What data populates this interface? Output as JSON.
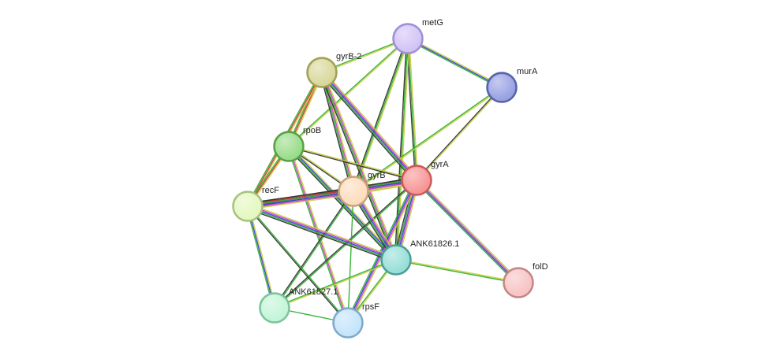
{
  "nodes": [
    {
      "id": "metG",
      "label": "metG",
      "color": "#d2c3f7",
      "stroke": "#a08fd4"
    },
    {
      "id": "murA",
      "label": "murA",
      "color": "#97a0e2",
      "stroke": "#5562a8"
    },
    {
      "id": "gyrB-2",
      "label": "gyrB-2",
      "color": "#d8d89a",
      "stroke": "#a0a055"
    },
    {
      "id": "rpoB",
      "label": "rpoB",
      "color": "#98dc88",
      "stroke": "#58a048"
    },
    {
      "id": "gyrA",
      "label": "gyrA",
      "color": "#f79494",
      "stroke": "#c85a5a"
    },
    {
      "id": "gyrB",
      "label": "gyrB",
      "color": "#fddcbc",
      "stroke": "#c8a27e"
    },
    {
      "id": "recF",
      "label": "recF",
      "color": "#e4f7bf",
      "stroke": "#a8c080"
    },
    {
      "id": "ANK61826.1",
      "label": "ANK61826.1",
      "color": "#96ded7",
      "stroke": "#4a9e96"
    },
    {
      "id": "folD",
      "label": "folD",
      "color": "#f7c3c3",
      "stroke": "#c48686"
    },
    {
      "id": "ANK61827.1",
      "label": "ANK61827.1",
      "color": "#c2f5d8",
      "stroke": "#7cc39b"
    },
    {
      "id": "rpsF",
      "label": "rpsF",
      "color": "#c3e4fb",
      "stroke": "#7fa9c8"
    }
  ],
  "edges": [
    {
      "source": "metG",
      "target": "murA",
      "colors": [
        "#c8d040",
        "#3b3bd8",
        "#30b030"
      ]
    },
    {
      "source": "metG",
      "target": "gyrB-2",
      "colors": [
        "#c8d040",
        "#30b030"
      ]
    },
    {
      "source": "metG",
      "target": "rpoB",
      "colors": [
        "#c8d040",
        "#30b030"
      ]
    },
    {
      "source": "metG",
      "target": "gyrA",
      "colors": [
        "#c8d040",
        "#30b030",
        "#333333"
      ]
    },
    {
      "source": "metG",
      "target": "gyrB",
      "colors": [
        "#c8d040",
        "#30b030",
        "#333333"
      ]
    },
    {
      "source": "metG",
      "target": "ANK61826.1",
      "colors": [
        "#c8d040",
        "#30b030",
        "#333333"
      ]
    },
    {
      "source": "murA",
      "target": "gyrA",
      "colors": [
        "#c8d040",
        "#333333"
      ]
    },
    {
      "source": "murA",
      "target": "gyrB",
      "colors": [
        "#c8d040",
        "#30b030"
      ]
    },
    {
      "source": "gyrB-2",
      "target": "rpoB",
      "colors": [
        "#c8d040",
        "#d03030",
        "#30b030"
      ]
    },
    {
      "source": "gyrB-2",
      "target": "gyrA",
      "colors": [
        "#c8d040",
        "#d040d0",
        "#3b3bd8",
        "#30b030",
        "#333333"
      ]
    },
    {
      "source": "gyrB-2",
      "target": "gyrB",
      "colors": [
        "#c8d040",
        "#d040d0",
        "#30b030",
        "#333333"
      ]
    },
    {
      "source": "gyrB-2",
      "target": "recF",
      "colors": [
        "#c8d040",
        "#d03030",
        "#30b030"
      ]
    },
    {
      "source": "gyrB-2",
      "target": "ANK61826.1",
      "colors": [
        "#c8d040",
        "#d040d0",
        "#30b030",
        "#333333"
      ]
    },
    {
      "source": "rpoB",
      "target": "gyrA",
      "colors": [
        "#c8d040",
        "#333333"
      ]
    },
    {
      "source": "rpoB",
      "target": "gyrB",
      "colors": [
        "#c8d040",
        "#333333"
      ]
    },
    {
      "source": "rpoB",
      "target": "recF",
      "colors": [
        "#c8d040",
        "#d03030",
        "#30b030"
      ]
    },
    {
      "source": "rpoB",
      "target": "ANK61826.1",
      "colors": [
        "#c8d040",
        "#3b3bd8",
        "#30b030",
        "#333333"
      ]
    },
    {
      "source": "rpoB",
      "target": "rpsF",
      "colors": [
        "#c8d040",
        "#d040d0",
        "#30b030"
      ]
    },
    {
      "source": "gyrA",
      "target": "gyrB",
      "colors": [
        "#c8d040",
        "#d040d0",
        "#3b3bd8",
        "#30b030",
        "#d03030",
        "#333333"
      ]
    },
    {
      "source": "gyrA",
      "target": "recF",
      "colors": [
        "#c8d040",
        "#d040d0",
        "#3b3bd8",
        "#30b030",
        "#333333"
      ]
    },
    {
      "source": "gyrA",
      "target": "ANK61826.1",
      "colors": [
        "#c8d040",
        "#d040d0",
        "#3b3bd8",
        "#30b030",
        "#333333"
      ]
    },
    {
      "source": "gyrA",
      "target": "folD",
      "colors": [
        "#c8d040",
        "#d040d0",
        "#3b3bd8",
        "#30b030"
      ]
    },
    {
      "source": "gyrA",
      "target": "ANK61827.1",
      "colors": [
        "#30b030",
        "#333333"
      ]
    },
    {
      "source": "gyrA",
      "target": "rpsF",
      "colors": [
        "#c8d040",
        "#d040d0",
        "#3b3bd8",
        "#30b030"
      ]
    },
    {
      "source": "gyrB",
      "target": "recF",
      "colors": [
        "#c8d040",
        "#d040d0",
        "#3b3bd8",
        "#30b030",
        "#d03030",
        "#333333"
      ]
    },
    {
      "source": "gyrB",
      "target": "ANK61826.1",
      "colors": [
        "#c8d040",
        "#d040d0",
        "#3b3bd8",
        "#30b030",
        "#333333"
      ]
    },
    {
      "source": "gyrB",
      "target": "rpsF",
      "colors": [
        "#30b030"
      ]
    },
    {
      "source": "gyrB",
      "target": "ANK61827.1",
      "colors": [
        "#30b030",
        "#333333"
      ]
    },
    {
      "source": "recF",
      "target": "ANK61826.1",
      "colors": [
        "#c8d040",
        "#d040d0",
        "#3b3bd8",
        "#30b030",
        "#333333"
      ]
    },
    {
      "source": "recF",
      "target": "ANK61827.1",
      "colors": [
        "#c8d040",
        "#3b3bd8",
        "#30b030"
      ]
    },
    {
      "source": "recF",
      "target": "rpsF",
      "colors": [
        "#30b030",
        "#333333"
      ]
    },
    {
      "source": "ANK61826.1",
      "target": "folD",
      "colors": [
        "#c8d040",
        "#30b030"
      ]
    },
    {
      "source": "ANK61826.1",
      "target": "ANK61827.1",
      "colors": [
        "#c8d040",
        "#30b030"
      ]
    },
    {
      "source": "ANK61826.1",
      "target": "rpsF",
      "colors": [
        "#c8d040",
        "#30b030"
      ]
    },
    {
      "source": "ANK61827.1",
      "target": "rpsF",
      "colors": [
        "#30b030"
      ]
    }
  ]
}
